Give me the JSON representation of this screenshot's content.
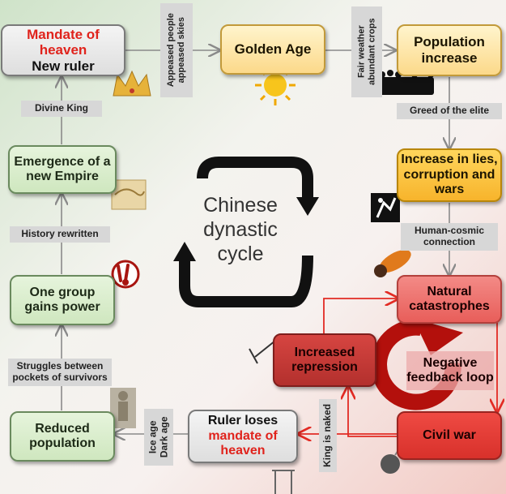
{
  "title": {
    "line1": "Chinese",
    "line2": "dynastic",
    "line3": "cycle"
  },
  "nodes": {
    "mandate": {
      "line1": "Mandate of",
      "line2": "heaven",
      "line3": "New ruler"
    },
    "golden_age": "Golden Age",
    "population_increase": {
      "line1": "Population",
      "line2": "increase"
    },
    "lies": {
      "line1": "Increase in lies,",
      "line2": "corruption and",
      "line3": "wars"
    },
    "natural": {
      "line1": "Natural",
      "line2": "catastrophes"
    },
    "civil_war": "Civil war",
    "repression": {
      "line1": "Increased",
      "line2": "repression"
    },
    "negative": {
      "line1": "Negative",
      "line2": "feedback loop"
    },
    "ruler_loses": {
      "line1": "Ruler loses",
      "line2": "mandate of",
      "line3": "heaven"
    },
    "reduced": {
      "line1": "Reduced",
      "line2": "population"
    },
    "one_group": {
      "line1": "One group",
      "line2": "gains power"
    },
    "empire": {
      "line1": "Emergence of a",
      "line2": "new Empire"
    }
  },
  "labels": {
    "appeased": {
      "line1": "Appeased people",
      "line2": "appeased skies"
    },
    "fair": {
      "line1": "Fair weather",
      "line2": "abundant crops"
    },
    "greed": "Greed of the elite",
    "human_cosmic": {
      "line1": "Human-cosmic",
      "line2": "connection"
    },
    "king_naked": "King is naked",
    "ice_age": {
      "line1": "Ice age",
      "line2": "Dark age"
    },
    "struggles": {
      "line1": "Struggles between",
      "line2": "pockets of survivors"
    },
    "history": "History rewritten",
    "divine_king": "Divine King"
  },
  "colors": {
    "red_accent": "#e0231c",
    "cycle_arrow": "#111111",
    "loop_arrow": "#b3100c"
  }
}
